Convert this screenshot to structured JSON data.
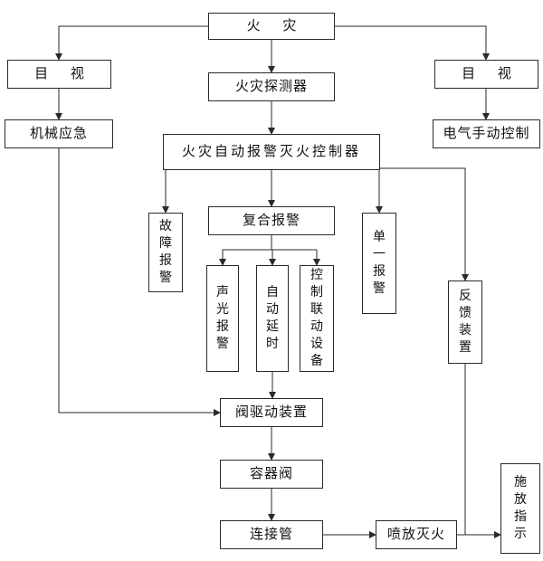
{
  "nodes": {
    "fire": {
      "label": "火 灾"
    },
    "visual_left": {
      "label": "目 视"
    },
    "visual_right": {
      "label": "目 视"
    },
    "detector": {
      "label": "火灾探测器"
    },
    "mechanical_emergency": {
      "label": "机械应急"
    },
    "electric_manual": {
      "label": "电气手动控制"
    },
    "controller": {
      "label": "火灾自动报警灭火控制器"
    },
    "fault_alarm": {
      "label": "故\n障\n报\n警"
    },
    "composite_alarm": {
      "label": "复合报警"
    },
    "single_alarm": {
      "label": "单\n一\n报\n警"
    },
    "sound_light_alarm": {
      "label": "声\n光\n报\n警"
    },
    "auto_delay": {
      "label": "自\n动\n延\n时"
    },
    "control_linkage": {
      "label": "控\n制\n联\n动\n设\n备"
    },
    "feedback_device": {
      "label": "反\n馈\n装\n置"
    },
    "valve_drive": {
      "label": "阀驱动装置"
    },
    "container_valve": {
      "label": "容器阀"
    },
    "connecting_pipe": {
      "label": "连接管"
    },
    "spray_extinguish": {
      "label": "喷放灭火"
    },
    "release_indicator": {
      "label": "施\n放\n指\n示"
    }
  },
  "line_color": "#2a2a2a"
}
